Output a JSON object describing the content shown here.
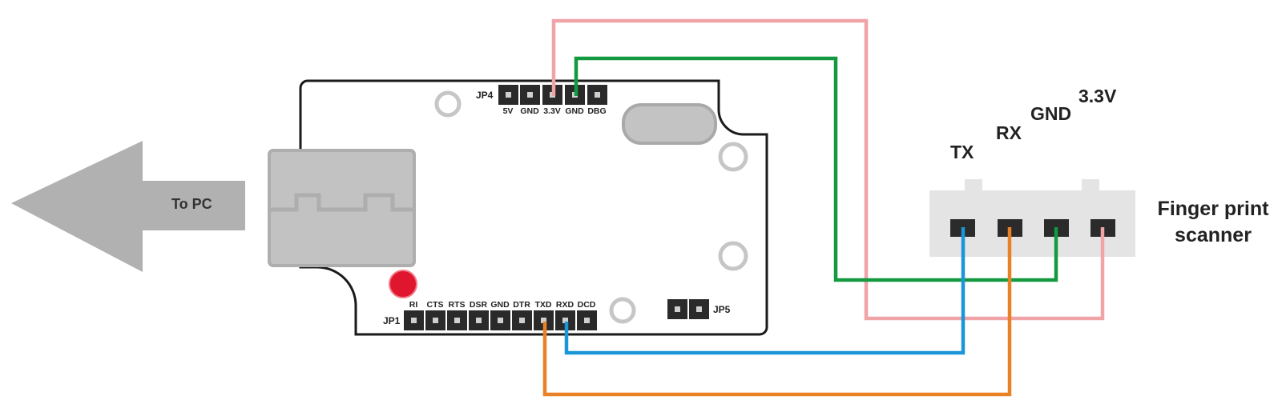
{
  "arrow": {
    "label": "To PC"
  },
  "headers": {
    "jp4": {
      "name": "JP4",
      "pins": [
        "5V",
        "GND",
        "3.3V",
        "GND",
        "DBG"
      ]
    },
    "jp1": {
      "name": "JP1",
      "pins": [
        "RI",
        "CTS",
        "RTS",
        "DSR",
        "GND",
        "DTR",
        "TXD",
        "RXD",
        "DCD"
      ]
    },
    "jp5": {
      "name": "JP5"
    }
  },
  "scanner": {
    "title_line1": "Finger print",
    "title_line2": "scanner",
    "pins": [
      "TX",
      "RX",
      "GND",
      "3.3V"
    ]
  },
  "colors": {
    "wire_3v3": "#f0a4a8",
    "wire_gnd": "#13993f",
    "wire_tx": "#1a96d8",
    "wire_rx": "#e98226",
    "board_outline": "#1a1a1a",
    "connector_gray": "#c2c2c2",
    "led": "#e0152e"
  }
}
